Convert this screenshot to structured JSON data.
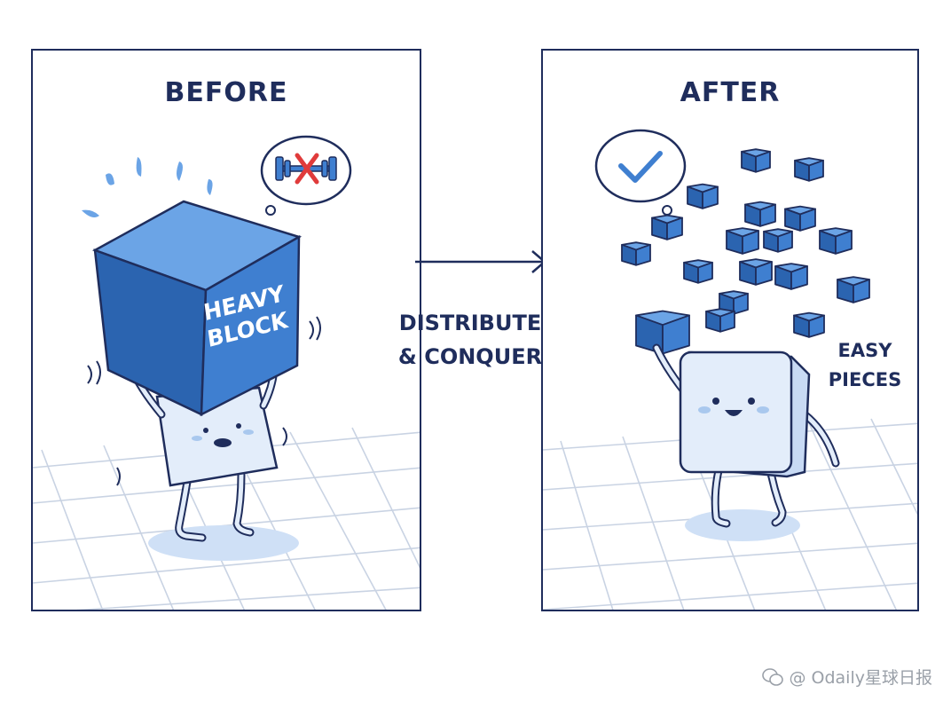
{
  "before": {
    "title": "BEFORE",
    "block_label_line1": "HEAVY",
    "block_label_line2": "BLOCK",
    "thought_icon": "dumbbell-crossed-icon"
  },
  "middle": {
    "line1": "DISTRIBUTE",
    "line2": "& CONQUER",
    "arrow_icon": "right-arrow-icon"
  },
  "after": {
    "title": "AFTER",
    "pieces_line1": "EASY",
    "pieces_line2": "PIECES",
    "thought_icon": "checkmark-icon"
  },
  "watermark": {
    "text": "@ Odaily星球日报",
    "icon": "wechat-logo-icon"
  },
  "colors": {
    "ink": "#1f2d5c",
    "block_blue": "#3f7fd0",
    "block_dark": "#2b64b0",
    "block_light": "#6ba4e6",
    "robot_body": "#e3edfa",
    "grid": "#c9d3e3",
    "cross_red": "#e03b3b"
  }
}
